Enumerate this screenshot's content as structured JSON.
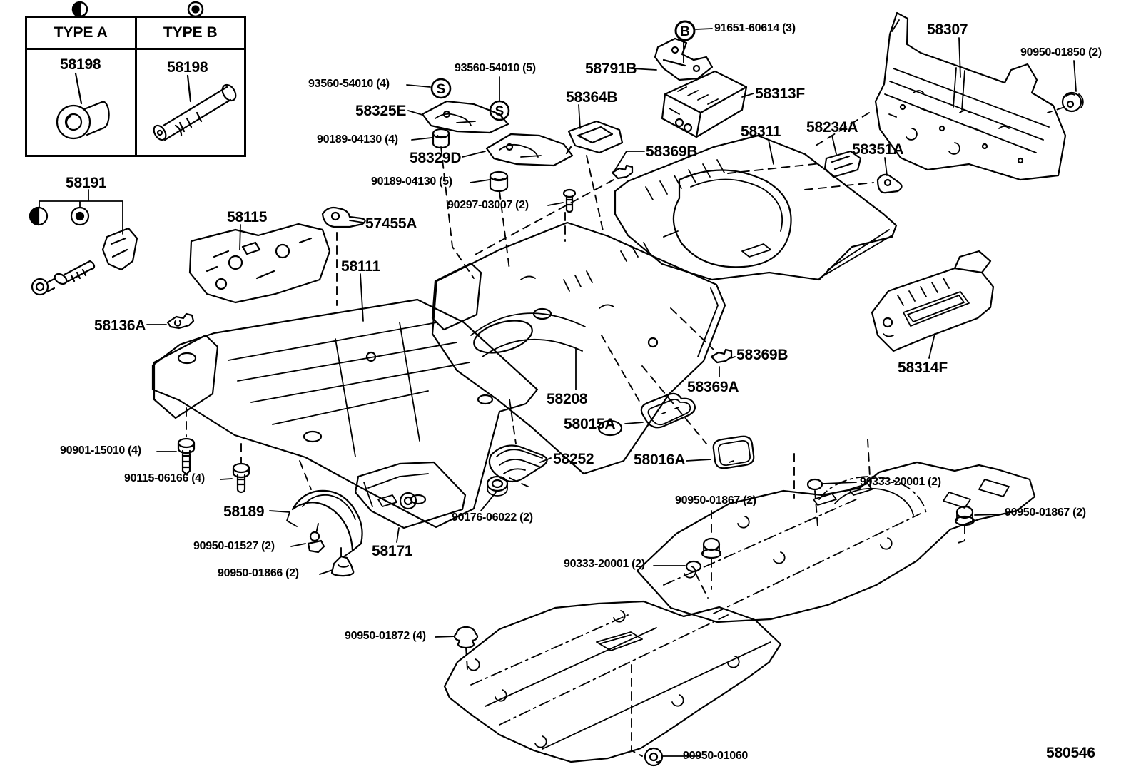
{
  "diagram": {
    "code": "580546",
    "line_color": "#000000",
    "background": "#ffffff"
  },
  "legend": {
    "header_a": "TYPE A",
    "header_b": "TYPE B",
    "part_a": "58198",
    "part_b": "58198",
    "icon_a": "half-filled-circle-marker",
    "icon_b": "ring-circle-marker"
  },
  "symbols": {
    "s_screw_1": "S",
    "s_screw_2": "S",
    "b_bolt": "B"
  },
  "labels": [
    {
      "text": "58191"
    },
    {
      "text": "58115"
    },
    {
      "text": "57455A"
    },
    {
      "text": "58111"
    },
    {
      "text": "58136A"
    },
    {
      "text": "93560-54010 (4)"
    },
    {
      "text": "58325E"
    },
    {
      "text": "90189-04130 (4)"
    },
    {
      "text": "93560-54010 (5)"
    },
    {
      "text": "58329D"
    },
    {
      "text": "90189-04130 (5)"
    },
    {
      "text": "90297-03007 (2)"
    },
    {
      "text": "58364B"
    },
    {
      "text": "58791B"
    },
    {
      "text": "91651-60614 (3)"
    },
    {
      "text": "58313F"
    },
    {
      "text": "58369B"
    },
    {
      "text": "58311"
    },
    {
      "text": "58234A"
    },
    {
      "text": "58351A"
    },
    {
      "text": "58307"
    },
    {
      "text": "90950-01850 (2)"
    },
    {
      "text": "58369B"
    },
    {
      "text": "58369A"
    },
    {
      "text": "58314F"
    },
    {
      "text": "58208"
    },
    {
      "text": "58015A"
    },
    {
      "text": "58252"
    },
    {
      "text": "58016A"
    },
    {
      "text": "90901-15010 (4)"
    },
    {
      "text": "90115-06166 (4)"
    },
    {
      "text": "58189"
    },
    {
      "text": "90950-01527 (2)"
    },
    {
      "text": "90950-01866 (2)"
    },
    {
      "text": "58171"
    },
    {
      "text": "90176-06022 (2)"
    },
    {
      "text": "90950-01867 (2)"
    },
    {
      "text": "90333-20001 (2)"
    },
    {
      "text": "90950-01867 (2)"
    },
    {
      "text": "90333-20001 (2)"
    },
    {
      "text": "90950-01872 (4)"
    },
    {
      "text": "90950-01060"
    }
  ]
}
